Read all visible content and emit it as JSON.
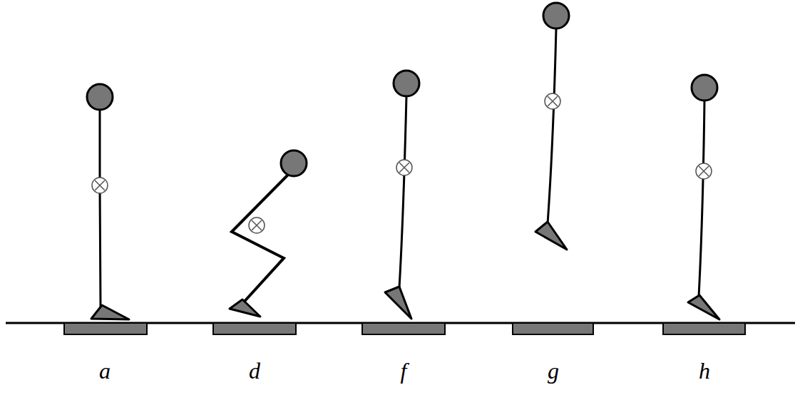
{
  "diagram": {
    "labels": [
      "a",
      "d",
      "f",
      "g",
      "h"
    ]
  }
}
